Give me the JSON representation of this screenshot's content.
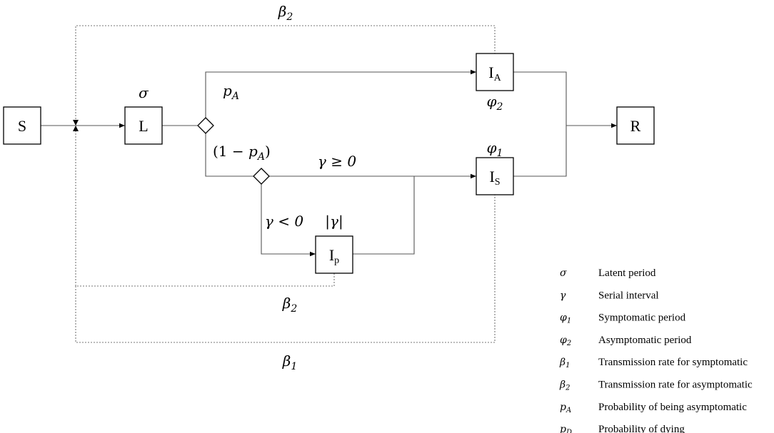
{
  "nodes": {
    "s": {
      "main": "S",
      "sub": ""
    },
    "l": {
      "main": "L",
      "sub": ""
    },
    "ia": {
      "main": "I",
      "sub": "A"
    },
    "is": {
      "main": "I",
      "sub": "S"
    },
    "ip": {
      "main": "I",
      "sub": "p"
    },
    "r": {
      "main": "R",
      "sub": ""
    }
  },
  "labels": {
    "sigma": "σ",
    "pa": {
      "main": "p",
      "sub": "A"
    },
    "one_minus_pa": {
      "open": "(1 − ",
      "p": "p",
      "sub": "A",
      "close": ")"
    },
    "gamma_ge": "γ ≥ 0",
    "gamma_lt": "γ < 0",
    "abs_gamma": "|γ|",
    "phi2": {
      "main": "φ",
      "sub": "2"
    },
    "phi1": {
      "main": "φ",
      "sub": "1"
    },
    "beta2_top": {
      "main": "β",
      "sub": "2"
    },
    "beta2_mid": {
      "main": "β",
      "sub": "2"
    },
    "beta1": {
      "main": "β",
      "sub": "1"
    }
  },
  "legend": [
    {
      "sym": "σ",
      "sub": "",
      "text": "Latent period"
    },
    {
      "sym": "γ",
      "sub": "",
      "text": "Serial interval"
    },
    {
      "sym": "φ",
      "sub": "1",
      "text": "Symptomatic period"
    },
    {
      "sym": "φ",
      "sub": "2",
      "text": "Asymptomatic period"
    },
    {
      "sym": "β",
      "sub": "1",
      "text": "Transmission rate for symptomatic"
    },
    {
      "sym": "β",
      "sub": "2",
      "text": "Transmission rate for asymptomatic"
    },
    {
      "sym": "p",
      "sub": "A",
      "text": "Probability of being asymptomatic"
    },
    {
      "sym": "p",
      "sub": "D",
      "text": "Probability of dying"
    }
  ]
}
